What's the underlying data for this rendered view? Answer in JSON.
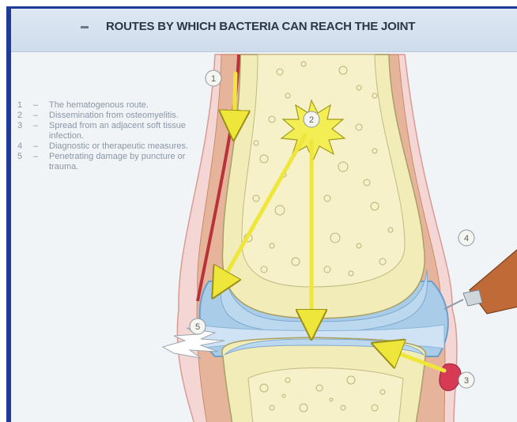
{
  "title": "ROUTES BY WHICH BACTERIA CAN REACH THE JOINT",
  "legend": [
    {
      "num": "1",
      "dash": "–",
      "text": "The hematogenous route."
    },
    {
      "num": "2",
      "dash": "–",
      "text": "Dissemination from osteomyelitis."
    },
    {
      "num": "3",
      "dash": "–",
      "text": "Spread from an adjacent soft tissue infection."
    },
    {
      "num": "4",
      "dash": "–",
      "text": "Diagnostic or therapeutic measures."
    },
    {
      "num": "5",
      "dash": "–",
      "text": "Penetrating damage by puncture or trauma."
    }
  ],
  "callouts": [
    "1",
    "2",
    "3",
    "4",
    "5"
  ],
  "colors": {
    "frame": "#1e3a9a",
    "bone": "#f2ecb8",
    "cartilage": "#bcd8ef",
    "soft_tissue": "#e6b49a",
    "arrow": "#eee63a",
    "vessel": "#b8323a"
  }
}
